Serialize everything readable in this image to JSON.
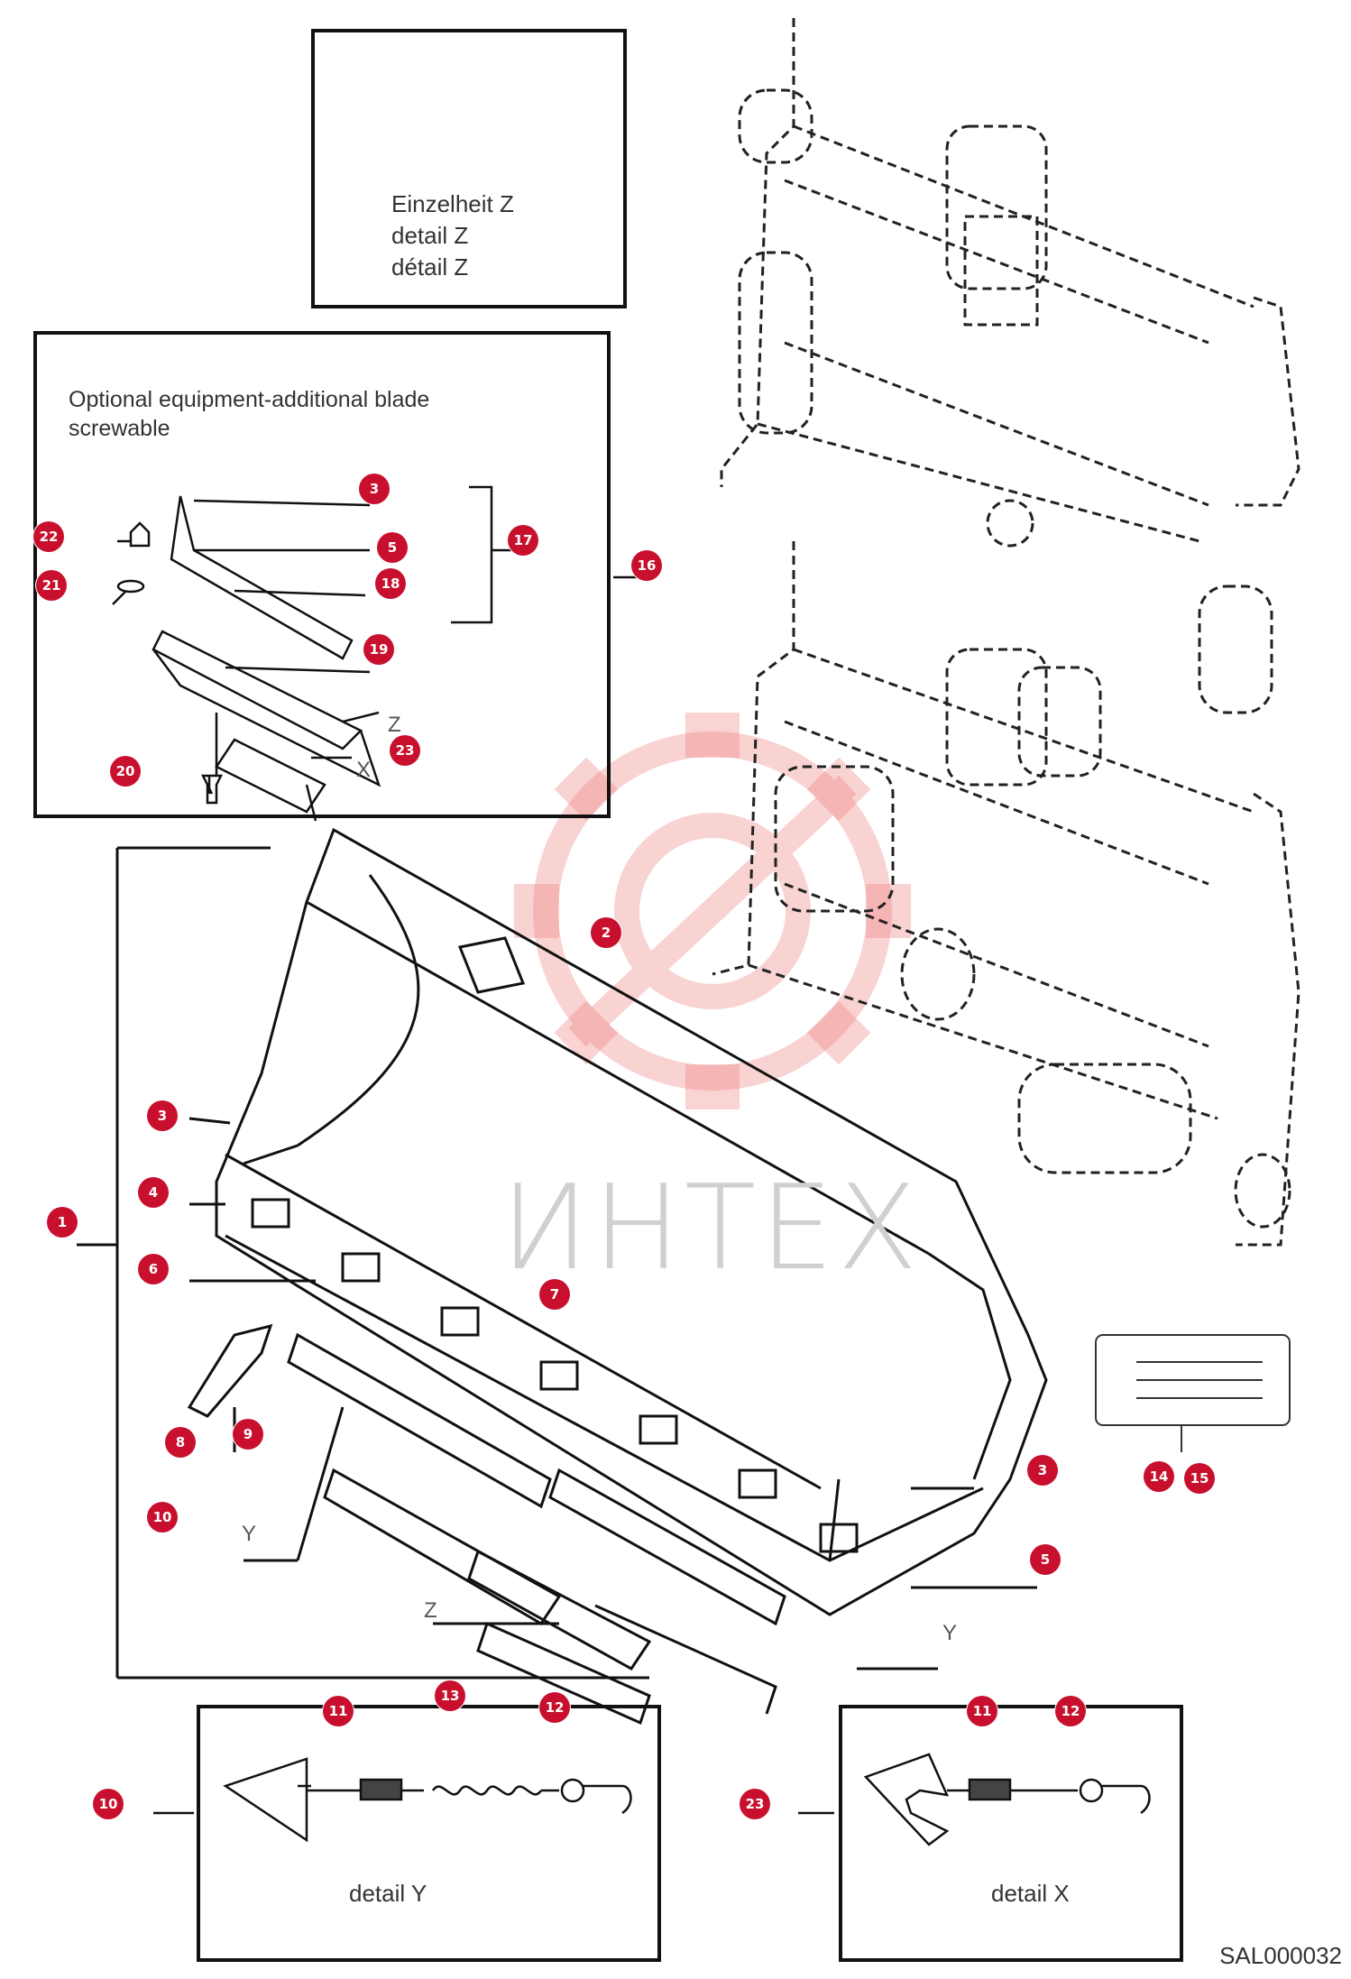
{
  "watermark": "ИНТЕХ",
  "drawing_code": "SAL000032",
  "detail_z_box": {
    "lines": [
      "Einzelheit Z",
      "detail Z",
      "détail Z"
    ]
  },
  "optional_box": {
    "title_line1": "Optional equipment-additional blade",
    "title_line2": "screwable"
  },
  "detail_y_box": {
    "caption": "detail Y"
  },
  "detail_x_box": {
    "caption": "detail X"
  },
  "letters": {
    "z": "Z",
    "x": "X",
    "y": "Y"
  },
  "callouts": [
    {
      "n": "1"
    },
    {
      "n": "2"
    },
    {
      "n": "3"
    },
    {
      "n": "3"
    },
    {
      "n": "3"
    },
    {
      "n": "4"
    },
    {
      "n": "5"
    },
    {
      "n": "5"
    },
    {
      "n": "6"
    },
    {
      "n": "7"
    },
    {
      "n": "8"
    },
    {
      "n": "9"
    },
    {
      "n": "10"
    },
    {
      "n": "10"
    },
    {
      "n": "11"
    },
    {
      "n": "11"
    },
    {
      "n": "12"
    },
    {
      "n": "12"
    },
    {
      "n": "13"
    },
    {
      "n": "14"
    },
    {
      "n": "15"
    },
    {
      "n": "16"
    },
    {
      "n": "17"
    },
    {
      "n": "18"
    },
    {
      "n": "19"
    },
    {
      "n": "20"
    },
    {
      "n": "21"
    },
    {
      "n": "22"
    },
    {
      "n": "23"
    },
    {
      "n": "23"
    }
  ],
  "colors": {
    "badge": "#c8102e",
    "watermark": "#f0b0b0",
    "line": "#111111"
  }
}
